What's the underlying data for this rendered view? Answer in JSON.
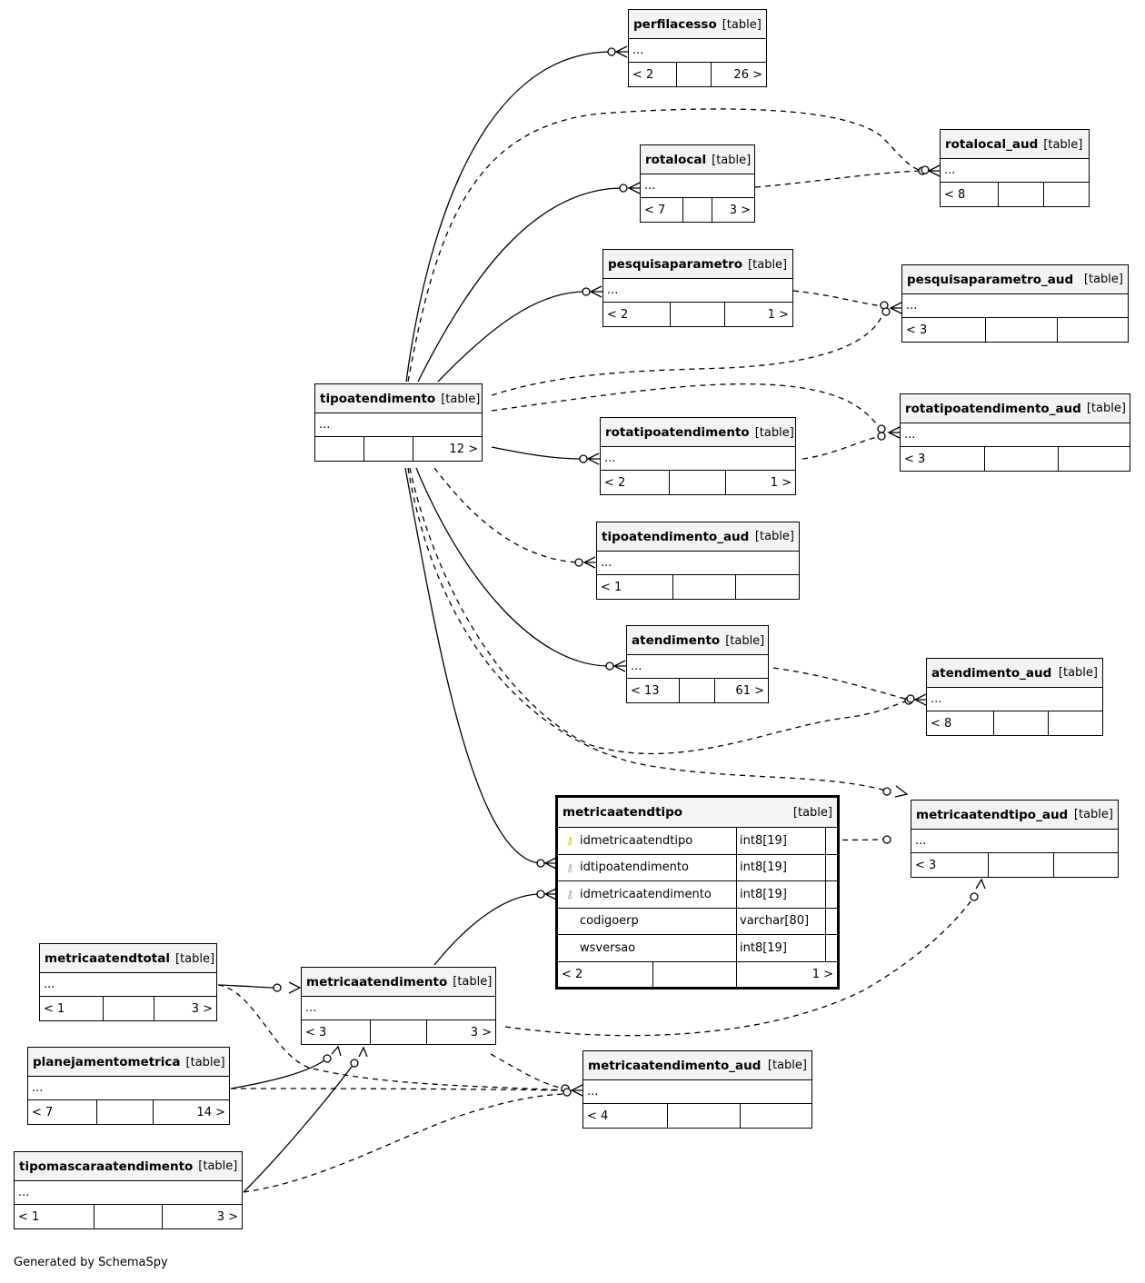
{
  "footer_note": "Generated by SchemaSpy",
  "table_tag": "[table]",
  "tables": {
    "perfilacesso": {
      "name": "perfilacesso",
      "body": "...",
      "left": "< 2",
      "right": "26 >"
    },
    "rotalocal_aud": {
      "name": "rotalocal_aud",
      "body": "...",
      "left": "< 8",
      "right": ""
    },
    "rotalocal": {
      "name": "rotalocal",
      "body": "...",
      "left": "< 7",
      "right": "3 >"
    },
    "pesquisaparametro": {
      "name": "pesquisaparametro",
      "body": "...",
      "left": "< 2",
      "right": "1 >"
    },
    "pesquisaparametro_aud": {
      "name": "pesquisaparametro_aud",
      "body": "...",
      "left": "< 3",
      "right": ""
    },
    "tipoatendimento": {
      "name": "tipoatendimento",
      "body": "...",
      "left": "",
      "right": "12 >"
    },
    "rotatipoatendimento_aud": {
      "name": "rotatipoatendimento_aud",
      "body": "...",
      "left": "< 3",
      "right": ""
    },
    "rotatipoatendimento": {
      "name": "rotatipoatendimento",
      "body": "...",
      "left": "< 2",
      "right": "1 >"
    },
    "tipoatendimento_aud": {
      "name": "tipoatendimento_aud",
      "body": "...",
      "left": "< 1",
      "right": ""
    },
    "atendimento": {
      "name": "atendimento",
      "body": "...",
      "left": "< 13",
      "right": "61 >"
    },
    "atendimento_aud": {
      "name": "atendimento_aud",
      "body": "...",
      "left": "< 8",
      "right": ""
    },
    "metricaatendtipo_aud": {
      "name": "metricaatendtipo_aud",
      "body": "...",
      "left": "< 3",
      "right": ""
    },
    "metricaatendtotal": {
      "name": "metricaatendtotal",
      "body": "...",
      "left": "< 1",
      "right": "3 >"
    },
    "metricaatendimento": {
      "name": "metricaatendimento",
      "body": "...",
      "left": "< 3",
      "right": "3 >"
    },
    "planejamentometrica": {
      "name": "planejamentometrica",
      "body": "...",
      "left": "< 7",
      "right": "14 >"
    },
    "metricaatendimento_aud": {
      "name": "metricaatendimento_aud",
      "body": "...",
      "left": "< 4",
      "right": ""
    },
    "tipomascaraatendimento": {
      "name": "tipomascaraatendimento",
      "body": "...",
      "left": "< 1",
      "right": "3 >"
    }
  },
  "focus_table": {
    "name": "metricaatendtipo",
    "columns": [
      {
        "name": "idmetricaatendtipo",
        "type": "int8[19]",
        "key": "primary-key"
      },
      {
        "name": "idtipoatendimento",
        "type": "int8[19]",
        "key": "foreign-key"
      },
      {
        "name": "idmetricaatendimento",
        "type": "int8[19]",
        "key": "foreign-key"
      },
      {
        "name": "codigoerp",
        "type": "varchar[80]",
        "key": ""
      },
      {
        "name": "wsversao",
        "type": "int8[19]",
        "key": ""
      }
    ],
    "left": "< 2",
    "right": "1 >"
  }
}
